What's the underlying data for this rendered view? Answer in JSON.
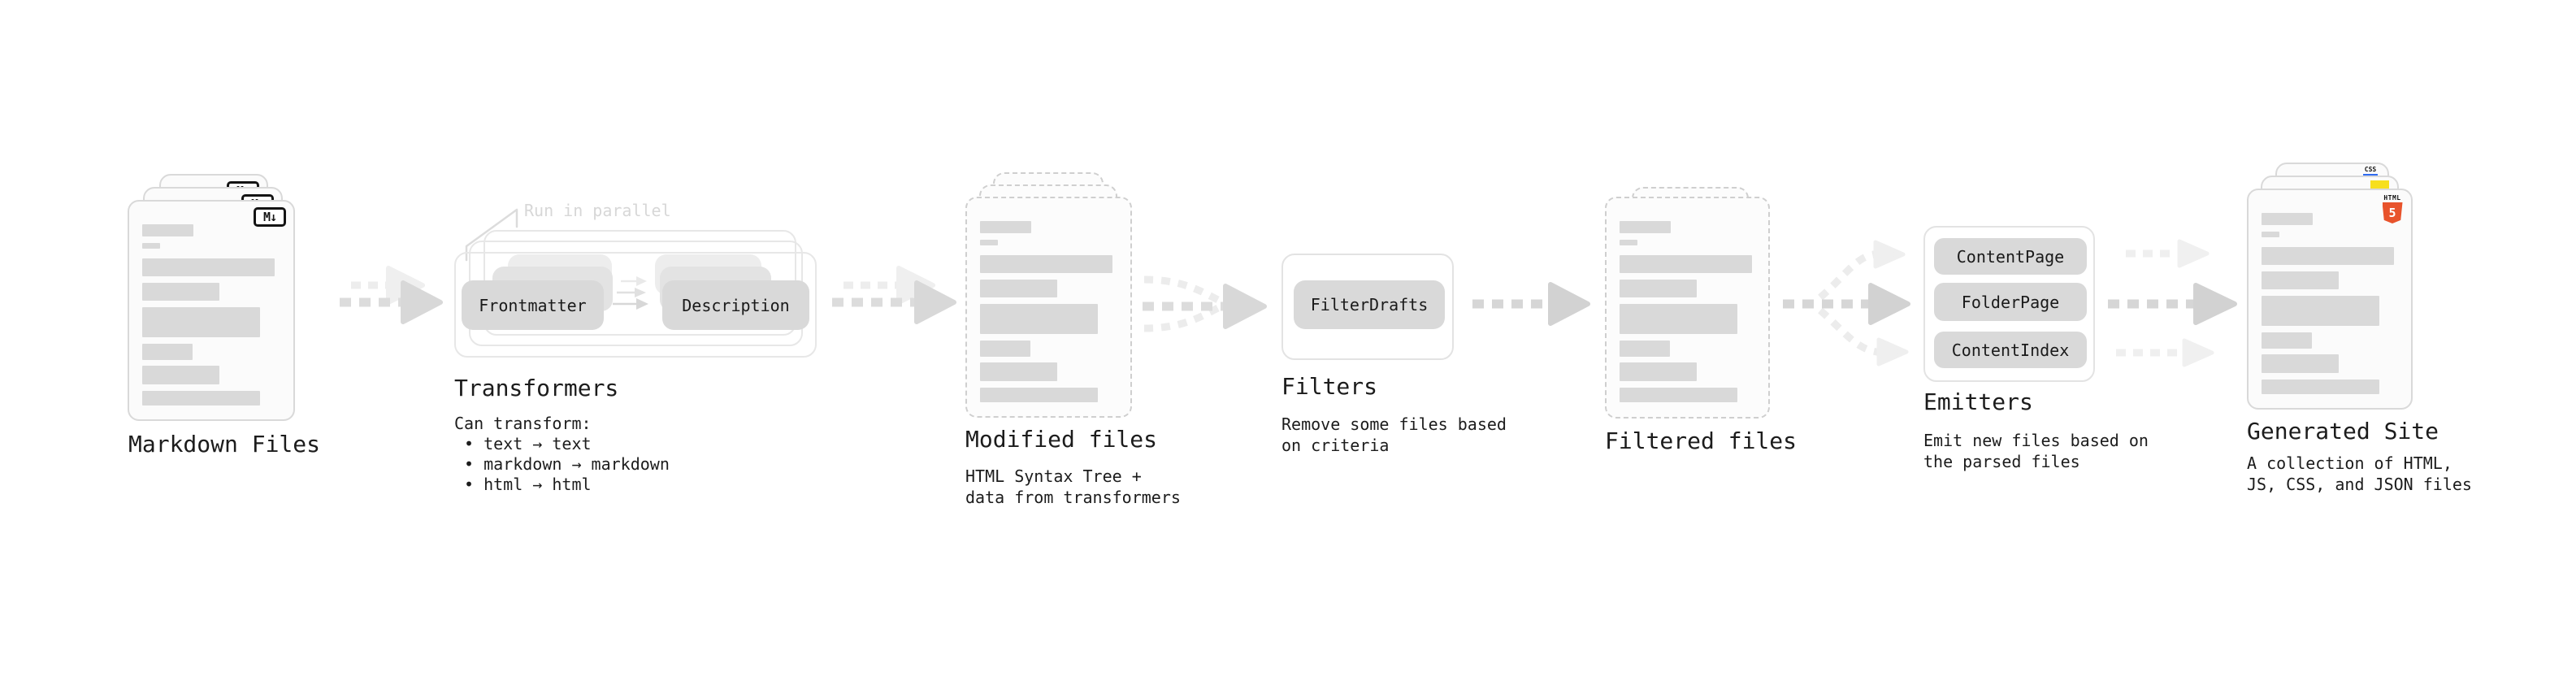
{
  "colors": {
    "html_orange": "#e8532c",
    "js_yellow": "#f7df1e",
    "css_blue": "#2f6bf0",
    "bar_gray": "#d9d9d9",
    "text_dark": "#1c1c1c"
  },
  "bar_pattern": [
    [
      63,
      15,
      28
    ],
    [
      22,
      7,
      8
    ],
    [
      163,
      22,
      12
    ],
    [
      95,
      22,
      8
    ],
    [
      145,
      37,
      8
    ],
    [
      62,
      20,
      8
    ],
    [
      95,
      23,
      7
    ],
    [
      145,
      18,
      8
    ]
  ],
  "markdown": {
    "label": "Markdown Files",
    "badge": "M↓"
  },
  "transformers": {
    "label": "Transformers",
    "annotation": "Run in parallel",
    "button1": "Frontmatter",
    "button2": "Description",
    "desc_title": "Can transform:",
    "bullet1": "• text → text",
    "bullet2": "• markdown → markdown",
    "bullet3": "• html → html"
  },
  "modified": {
    "label": "Modified files",
    "desc1": "HTML Syntax Tree +",
    "desc2": "data from transformers"
  },
  "filters": {
    "label": "Filters",
    "button1": "FilterDrafts",
    "desc1": "Remove some files based",
    "desc2": "on criteria"
  },
  "filtered": {
    "label": "Filtered files"
  },
  "emitters": {
    "label": "Emitters",
    "button1": "ContentPage",
    "button2": "FolderPage",
    "button3": "ContentIndex",
    "desc1": "Emit new files based on",
    "desc2": "the parsed files"
  },
  "site": {
    "label": "Generated Site",
    "desc1": "A collection of HTML,",
    "desc2": "JS, CSS, and JSON files",
    "badge_css": "CSS",
    "badge_html_word": "HTML",
    "badge_html_number": "5"
  }
}
